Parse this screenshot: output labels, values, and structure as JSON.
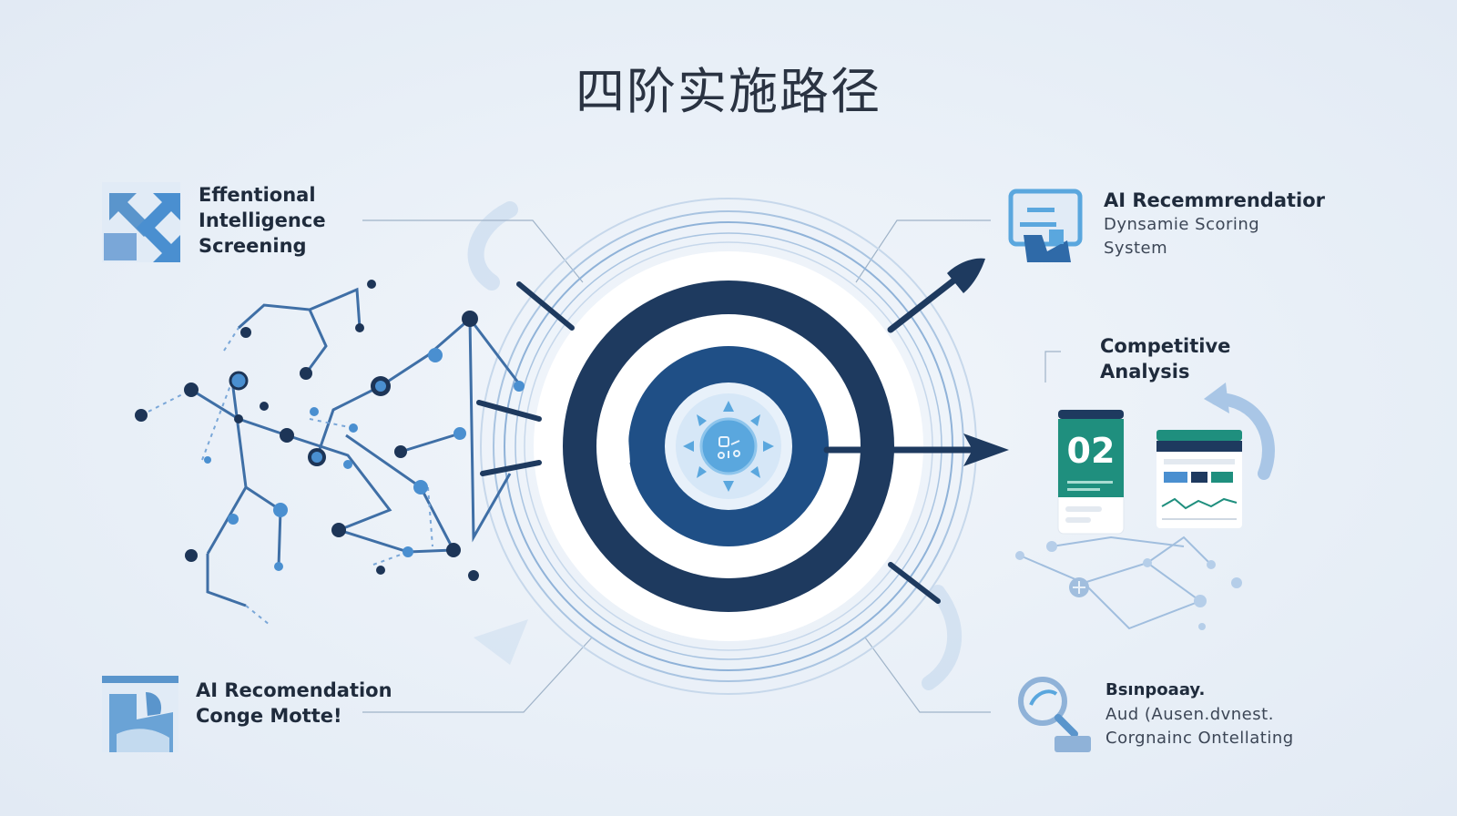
{
  "title": "四阶实施路径",
  "labels": {
    "top_left": [
      "Effentional",
      "Intelligence",
      "Screening"
    ],
    "top_right": [
      "AI Recemmrendatior",
      "Dynsamie Scoring",
      "System"
    ],
    "mid_right": [
      "Competitive",
      "Analysis"
    ],
    "bottom_left": [
      "AI Recomendation",
      "Conge Motte!"
    ],
    "bottom_right": [
      "Bsınpoaay.",
      "Aud (Ausen.dvnest.",
      "Corgnainc Ontellating"
    ]
  },
  "card": {
    "number": "02"
  },
  "colors": {
    "navy": "#1e3a5f",
    "mid_blue": "#1f4f86",
    "light_blue": "#5aa7de",
    "teal": "#1f8f7e",
    "pale_blue": "#a9c6e6",
    "network_dark": "#1d3557",
    "network_light": "#4a8fd0"
  },
  "icons": {
    "top_left": "expand-arrows-icon",
    "top_right": "monitor-hand-icon",
    "mid_right": "cycle-arrow-icon",
    "bottom_left": "hand-gesture-icon",
    "bottom_right": "magnifier-icon",
    "center": "brain-hub-icon"
  }
}
